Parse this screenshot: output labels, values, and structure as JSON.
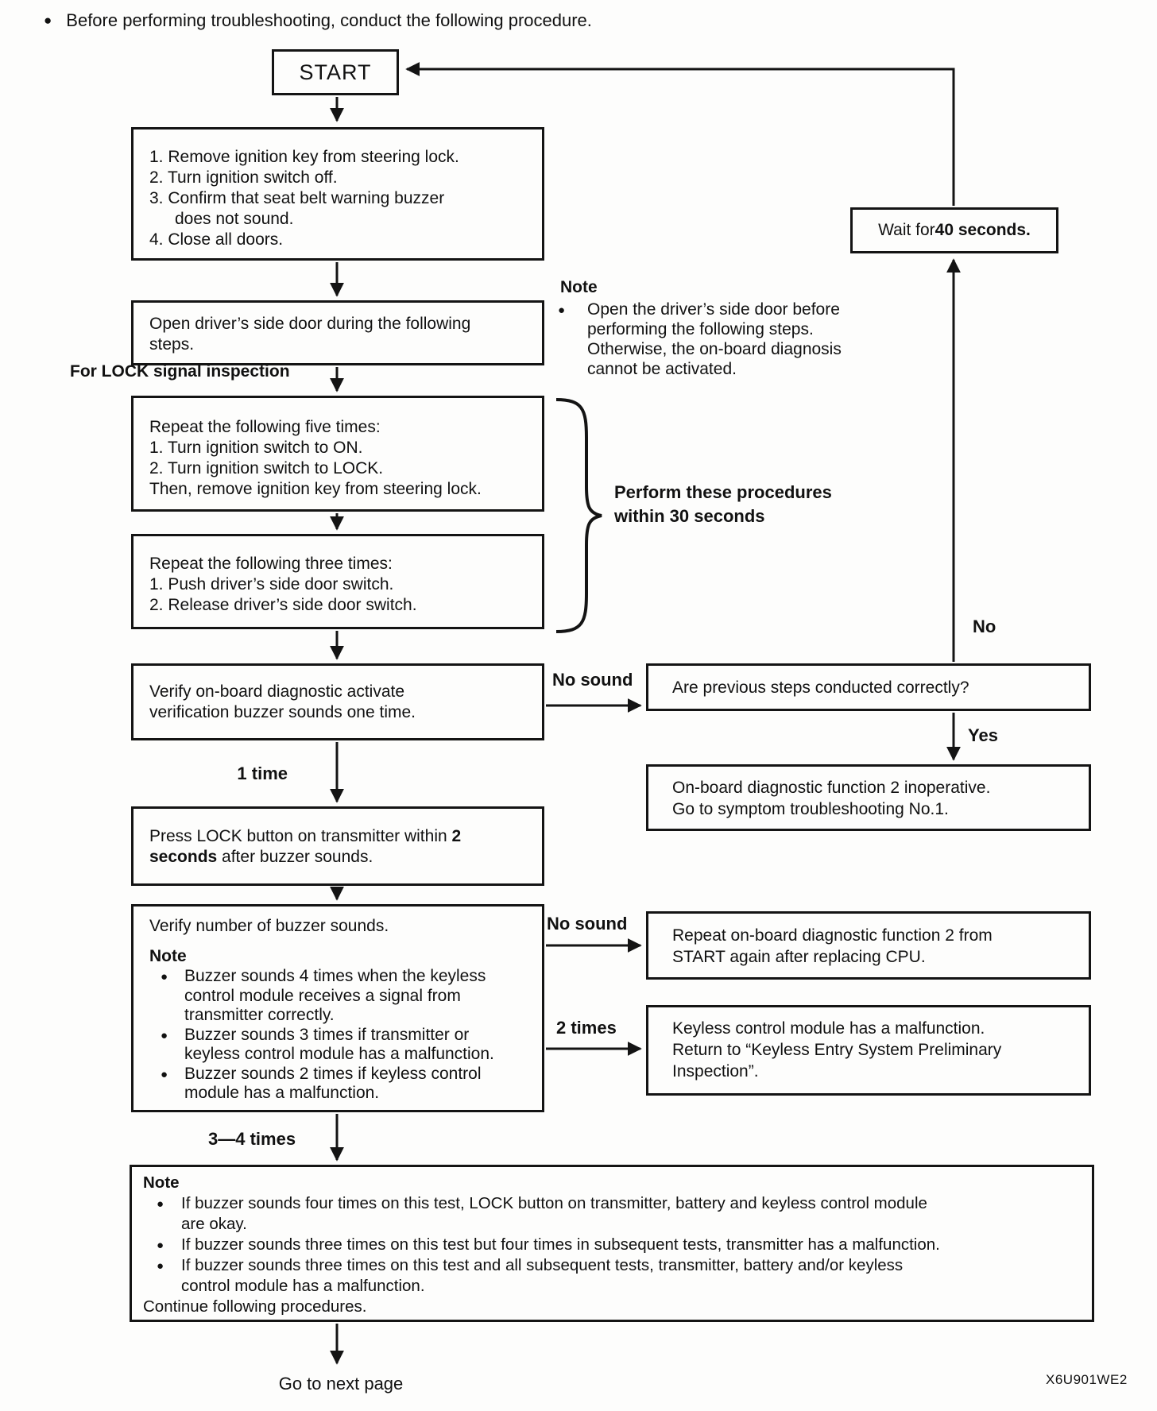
{
  "icons": {
    "bullet": "●"
  },
  "page": {
    "intro": "Before performing troubleshooting, conduct the following procedure.",
    "footer_link": "Go to next page",
    "figure_code": "X6U901WE2"
  },
  "labels": {
    "for_lock": "For LOCK signal inspection",
    "perform_line1": "Perform these procedures",
    "perform_line2": "within 30 seconds",
    "no_sound_buzzer": "No sound",
    "one_time": "1 time",
    "no": "No",
    "yes": "Yes",
    "no_sound_verify": "No sound",
    "two_times": "2 times",
    "three_four_times": "3—4 times"
  },
  "nodes": {
    "start": "START",
    "prepare": {
      "lines": [
        "1. Remove ignition key from steering lock.",
        "2. Turn ignition switch off.",
        "3. Confirm that seat belt warning buzzer",
        "does not sound.",
        "4. Close all doors."
      ]
    },
    "open_door": {
      "lines": [
        "Open driver’s side door during the following",
        "steps."
      ]
    },
    "repeat_five": {
      "lines": [
        "Repeat the following five times:",
        "1. Turn ignition switch to ON.",
        "2. Turn ignition switch to LOCK.",
        "Then, remove ignition key from steering lock."
      ]
    },
    "repeat_three": {
      "lines": [
        "Repeat the following three times:",
        "1. Push driver’s side door switch.",
        "2. Release driver’s side door switch."
      ]
    },
    "verify_activate": {
      "lines": [
        "Verify on-board diagnostic activate",
        "verification buzzer sounds one time."
      ]
    },
    "press_lock": {
      "l1p": "Press LOCK button on transmitter within ",
      "l1b": "2",
      "l2b": "seconds",
      "l2p": " after buzzer sounds."
    },
    "verify_count": {
      "title": "Verify number of buzzer sounds.",
      "note_label": "Note",
      "lines": [
        "Buzzer sounds 4 times when the keyless",
        "control module receives a signal from",
        "transmitter correctly.",
        "Buzzer sounds 3 times if transmitter or",
        "keyless control module has a malfunction.",
        "Buzzer sounds 2 times if keyless control",
        "module has a malfunction."
      ]
    },
    "wait": {
      "p1": "Wait for ",
      "b": "40 seconds."
    },
    "prev_steps": {
      "line": "Are previous steps conducted correctly?"
    },
    "inoperative": {
      "lines": [
        "On-board diagnostic function 2 inoperative.",
        "Go to symptom troubleshooting No.1."
      ]
    },
    "repeat_cpu": {
      "lines": [
        "Repeat on-board diagnostic function 2 from",
        "START again after replacing CPU."
      ]
    },
    "keyless_malfunction": {
      "lines": [
        "Keyless control module has a malfunction.",
        "Return to “Keyless Entry System Preliminary",
        "Inspection”."
      ]
    }
  },
  "side_note": {
    "label": "Note",
    "lines": [
      "Open the driver’s side door before",
      "performing the following steps.",
      "Otherwise, the on-board diagnosis",
      "cannot be activated."
    ]
  },
  "bottom_note": {
    "label": "Note",
    "lines": [
      "If buzzer sounds four times on this test, LOCK button on transmitter, battery and keyless control module",
      "are okay.",
      "If buzzer sounds three times on this test but four times in subsequent tests, transmitter has a malfunction.",
      "If buzzer sounds three times on this test and all subsequent tests, transmitter, battery and/or keyless",
      "control module has a malfunction."
    ],
    "footer": "Continue following procedures."
  }
}
